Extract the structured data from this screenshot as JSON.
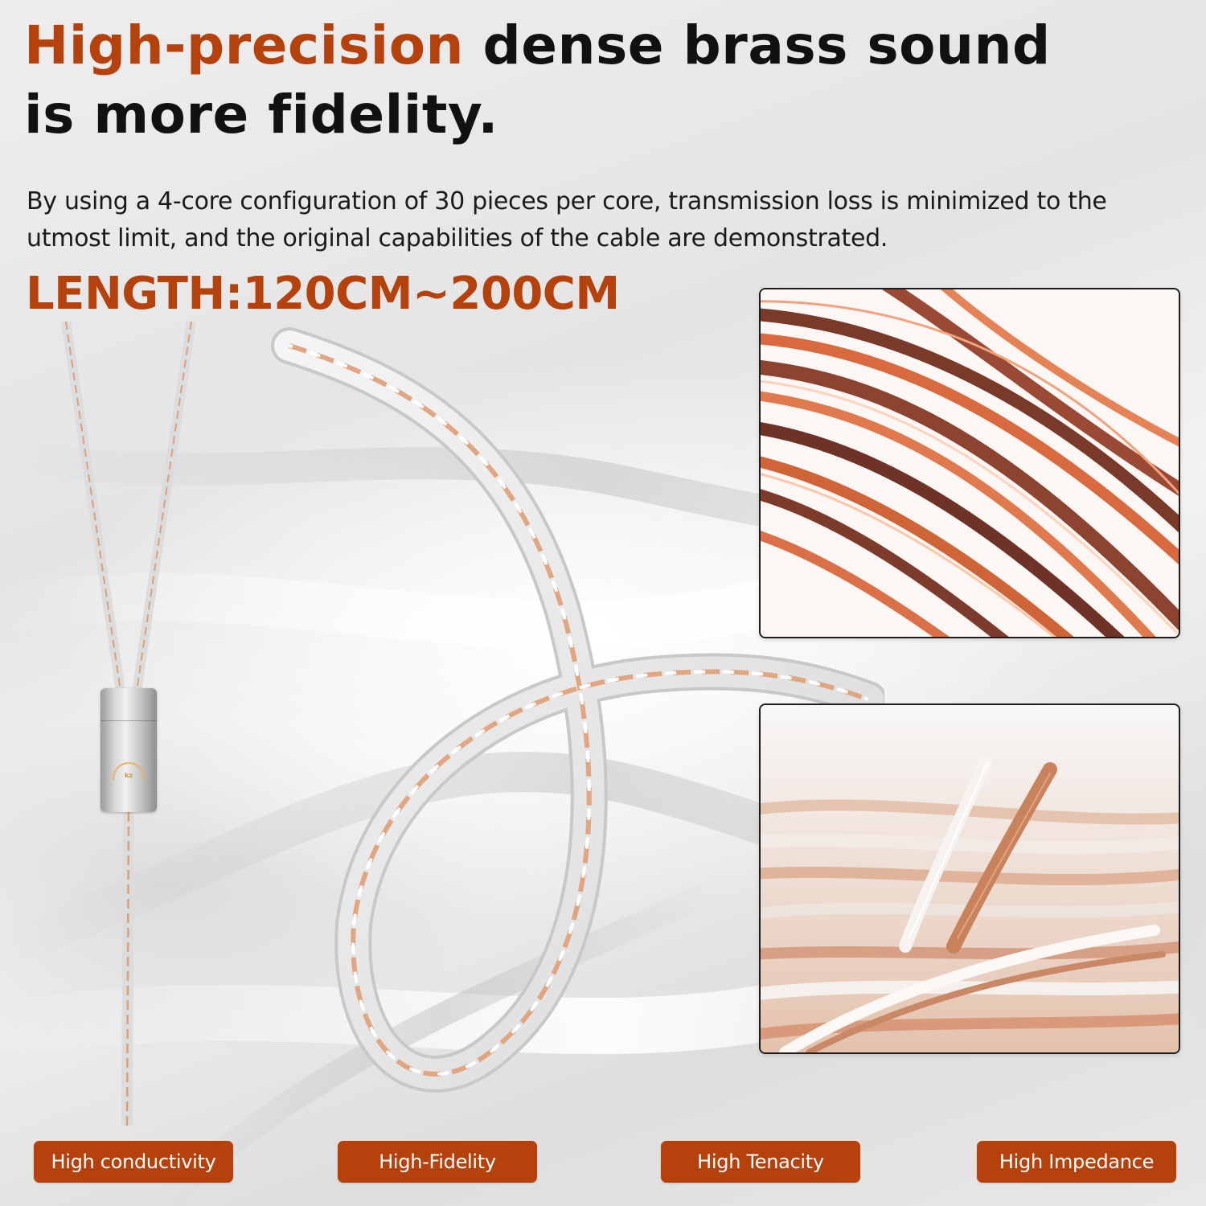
{
  "headline": {
    "accent": "High-precision",
    "rest_line1": " dense brass sound",
    "line2": "is more fidelity."
  },
  "description": "By using a 4-core configuration of 30 pieces per core, transmission loss is minimized to the utmost limit, and the original capabilities of the cable are demonstrated.",
  "length_label": "LENGTH:120CM~200CM",
  "splitter_logo": "kz",
  "photos": [
    {
      "subject": "bare copper wire strands close-up"
    },
    {
      "subject": "silver and copper stranded cable ends close-up"
    }
  ],
  "features": [
    {
      "label": "High conductivity"
    },
    {
      "label": "High-Fidelity"
    },
    {
      "label": "High Tenacity"
    },
    {
      "label": "High Impedance"
    }
  ],
  "colors": {
    "accent": "#B5410D",
    "text": "#111111",
    "pill_text": "#FFFFFF",
    "background": "#EAEAEA"
  }
}
